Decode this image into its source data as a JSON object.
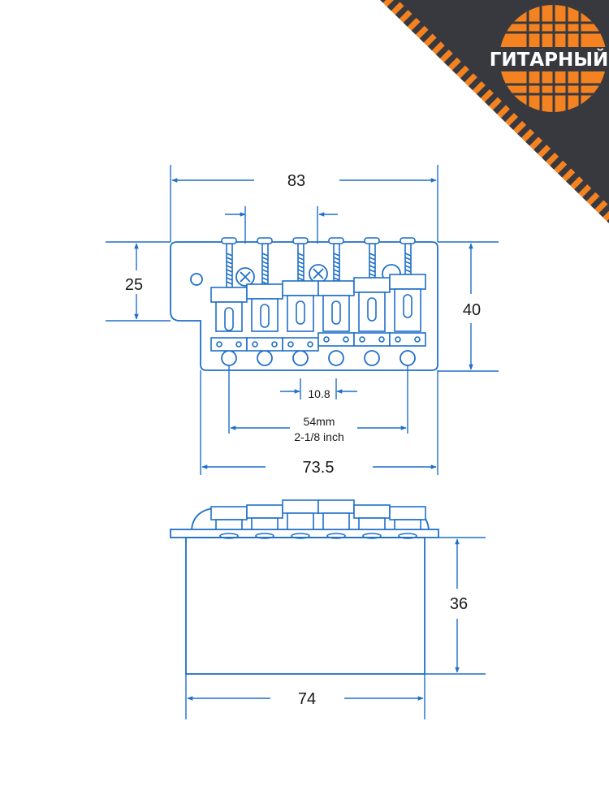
{
  "brand": {
    "name": "ГИТАРНЫЙ",
    "colors": {
      "dark": "#37393f",
      "orange": "#f58220",
      "white": "#ffffff"
    }
  },
  "drawing": {
    "line_color": "#1f6fc9",
    "dims": {
      "top_width": "83",
      "plate_height": "25",
      "total_height": "40",
      "saddle_width": "10.8",
      "string_spacing_mm": "54mm",
      "string_spacing_inch": "2-1/8 inch",
      "base_width": "73.5",
      "block_height": "36",
      "block_width": "74"
    }
  }
}
